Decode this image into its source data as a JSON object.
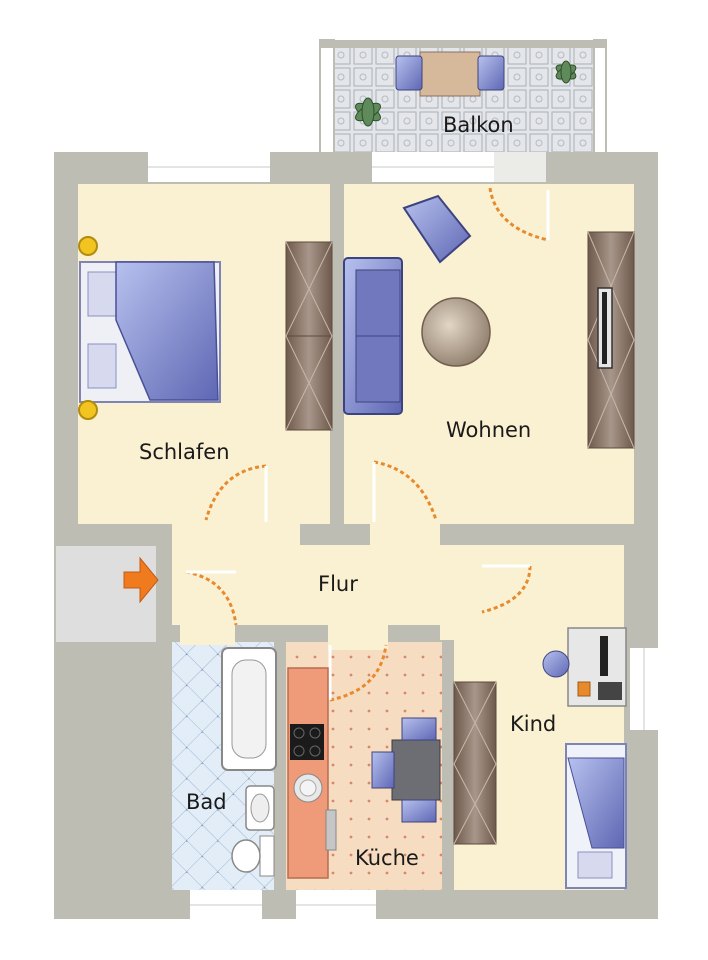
{
  "rooms": {
    "balkon": "Balkon",
    "schlafen": "Schlafen",
    "wohnen": "Wohnen",
    "flur": "Flur",
    "kind": "Kind",
    "bad": "Bad",
    "kueche": "Küche"
  },
  "colors": {
    "wall": "#bdbdb3",
    "floor": "#faf0d2",
    "window": "#ffffff",
    "door_arc": "#e88a2c",
    "entry_arrow": "#f07a1e",
    "furniture_blue": "#6f72b0",
    "furniture_brown": "#8a7868",
    "bath_tile": "#dbe7f3",
    "kitchen_floor": "#f4d7b7",
    "counter": "#ef9a78",
    "balcony_tile": "#dfe2e6"
  },
  "icons": {
    "entry": "arrow-right-icon",
    "plants": "plant-icon",
    "lamps": "lamp-icon"
  }
}
